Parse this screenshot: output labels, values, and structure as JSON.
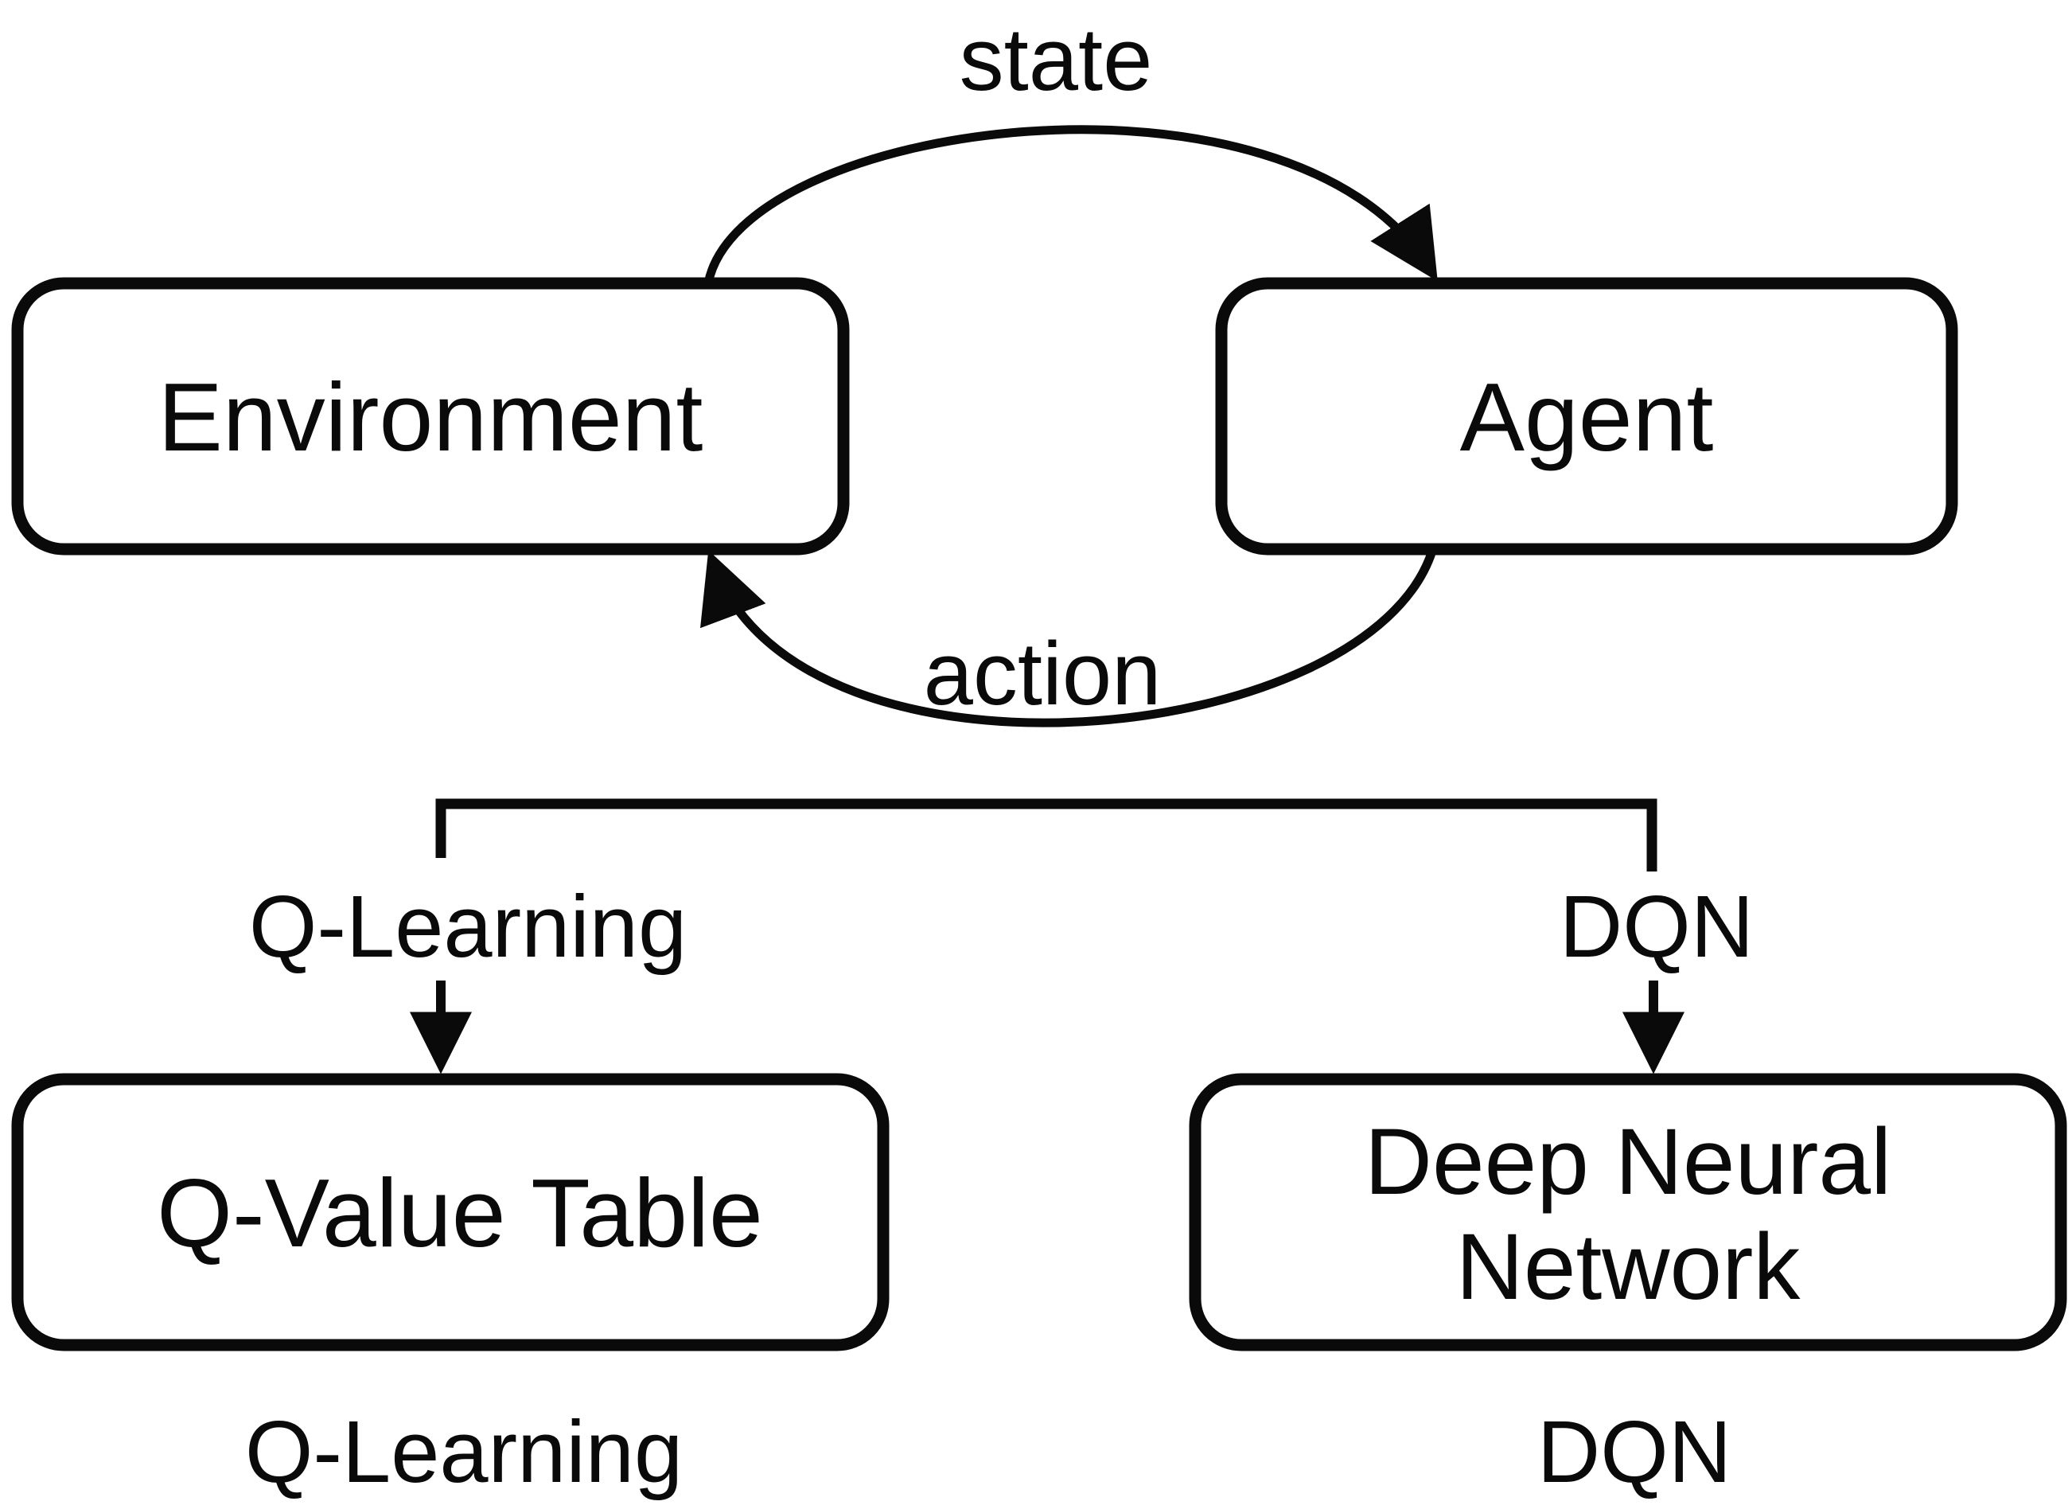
{
  "colors": {
    "line": "#0a0a0a",
    "background": "#ffffff"
  },
  "cycle": {
    "state_label": "state",
    "action_label": "action",
    "environment_label": "Environment",
    "agent_label": "Agent"
  },
  "branches": {
    "q_learning_label": "Q-Learning",
    "dqn_label": "DQN"
  },
  "components": {
    "q_value_table_label": "Q-Value Table",
    "deep_neural_network_line1": "Deep Neural",
    "deep_neural_network_line2": "Network"
  },
  "captions": {
    "q_learning_caption": "Q-Learning",
    "dqn_caption": "DQN"
  }
}
